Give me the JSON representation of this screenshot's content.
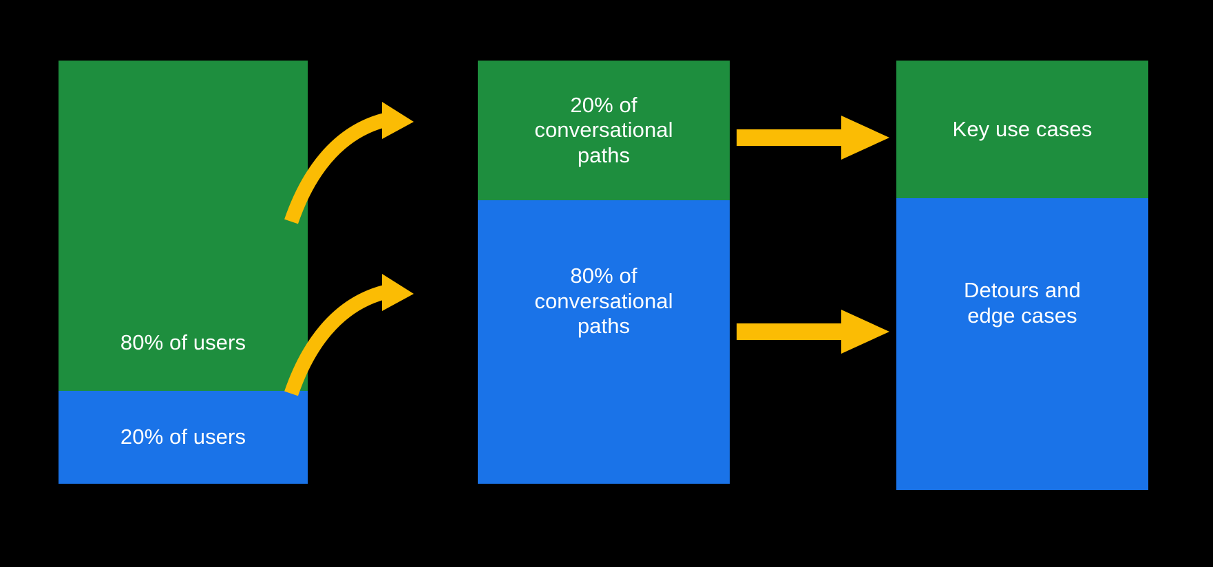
{
  "diagram": {
    "background_color": "#000000",
    "palette": {
      "green": "#1E8E3E",
      "blue": "#1A73E8",
      "arrow_yellow": "#FBBC04",
      "text": "#FFFFFF"
    },
    "columns": [
      {
        "name": "users",
        "segments": [
          {
            "label": "80% of users",
            "color": "#1E8E3E",
            "share": "80%"
          },
          {
            "label": "20% of users",
            "color": "#1A73E8",
            "share": "20%"
          }
        ]
      },
      {
        "name": "conversational-paths",
        "segments": [
          {
            "label": "20% of\nconversational\npaths",
            "color": "#1E8E3E",
            "share": "20%"
          },
          {
            "label": "80% of\nconversational\npaths",
            "color": "#1A73E8",
            "share": "80%"
          }
        ]
      },
      {
        "name": "outcomes",
        "segments": [
          {
            "label": "Key use cases",
            "color": "#1E8E3E",
            "share": ""
          },
          {
            "label": "Detours and\nedge cases",
            "color": "#1A73E8",
            "share": ""
          }
        ]
      }
    ],
    "arrows": [
      {
        "name": "curved-arrow-top",
        "style": "curved",
        "color": "#FBBC04",
        "from": "80% of users",
        "to": "20% of conversational paths"
      },
      {
        "name": "curved-arrow-bottom",
        "style": "curved",
        "color": "#FBBC04",
        "from": "20% of users",
        "to": "80% of conversational paths"
      },
      {
        "name": "straight-arrow-top",
        "style": "straight",
        "color": "#FBBC04",
        "from": "20% of conversational paths",
        "to": "Key use cases"
      },
      {
        "name": "straight-arrow-bottom",
        "style": "straight",
        "color": "#FBBC04",
        "from": "80% of conversational paths",
        "to": "Detours and edge cases"
      }
    ]
  }
}
